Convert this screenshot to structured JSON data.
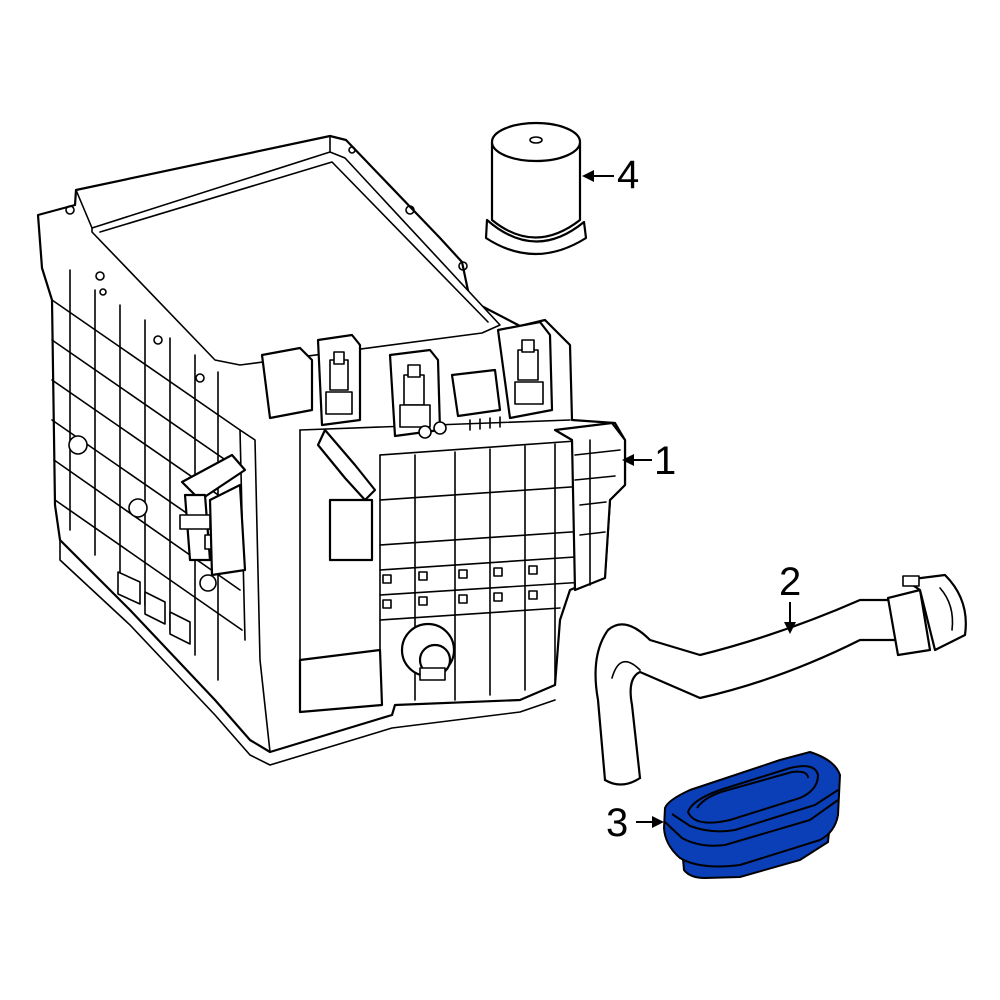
{
  "callouts": [
    {
      "id": "1",
      "label": "1"
    },
    {
      "id": "2",
      "label": "2"
    },
    {
      "id": "3",
      "label": "3"
    },
    {
      "id": "4",
      "label": "4"
    }
  ],
  "colors": {
    "highlight": "#0a3fb8",
    "line": "#000000",
    "background": "#ffffff"
  }
}
